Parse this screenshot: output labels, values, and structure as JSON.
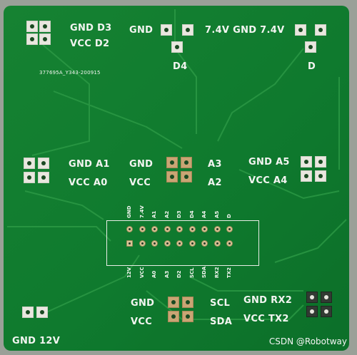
{
  "colors": {
    "pcb": "#138030",
    "silkscreen": "#f3f5f1",
    "pad": "#e9e7df",
    "gold_pad": "#c9a574"
  },
  "labels": {
    "gnd_d3": "GND D3",
    "vcc_d2": "VCC D2",
    "gnd_top": "GND",
    "v74_gnd_v74": "7.4V GND 7.4V",
    "d4": "D4",
    "d": "D",
    "code": "377695A_Y343-200915",
    "gnd_a1": "GND A1",
    "vcc_a0": "VCC A0",
    "gnd_mid": "GND",
    "vcc_mid": "VCC",
    "a3": "A3",
    "a2": "A2",
    "gnd_a5": "GND A5",
    "vcc_a4": "VCC A4",
    "gnd_bot": "GND",
    "vcc_bot": "VCC",
    "scl": "SCL",
    "sda": "SDA",
    "gnd_rx2": "GND RX2",
    "vcc_tx2": "VCC TX2",
    "gnd_12v": "GND 12V"
  },
  "header_top_labels": [
    "GND",
    "7.4V",
    "A1",
    "A2",
    "D3",
    "D4",
    "A4",
    "A5",
    "D"
  ],
  "header_bottom_labels": [
    "12V",
    "VCC",
    "A0",
    "A3",
    "D2",
    "SCL",
    "SDA",
    "RX2",
    "TX2"
  ],
  "watermark": "CSDN @Robotway"
}
